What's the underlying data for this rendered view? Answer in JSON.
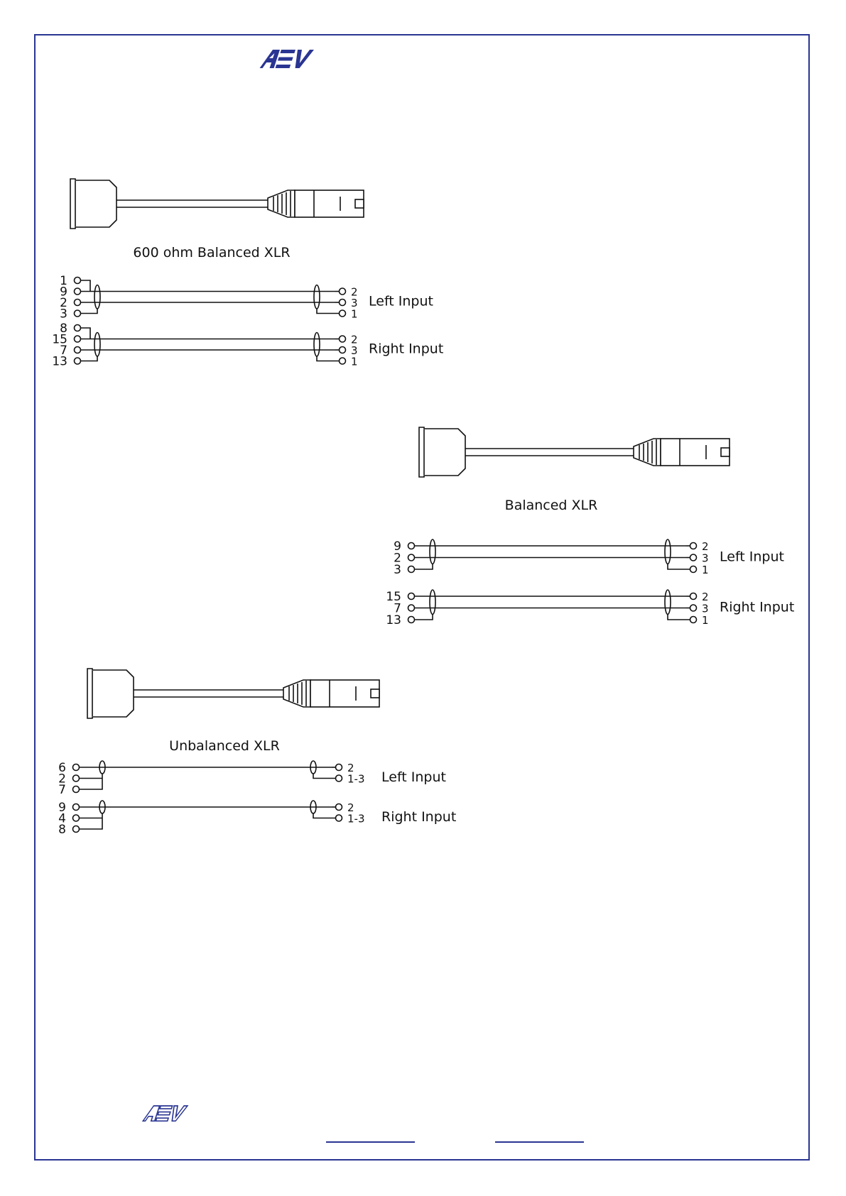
{
  "colors": {
    "accent": "#2a3592",
    "ink": "#111111"
  },
  "logo": {
    "text": "AEV"
  },
  "sections": [
    {
      "caption": "600 ohm Balanced XLR",
      "rows": [
        {
          "left_pins": [
            "1",
            "9",
            "2",
            "3"
          ],
          "right_pins": [
            "2",
            "3",
            "1"
          ],
          "label": "Left Input"
        },
        {
          "left_pins": [
            "8",
            "15",
            "7",
            "13"
          ],
          "right_pins": [
            "2",
            "3",
            "1"
          ],
          "label": "Right Input"
        }
      ]
    },
    {
      "caption": "Balanced XLR",
      "rows": [
        {
          "left_pins": [
            "9",
            "2",
            "3"
          ],
          "right_pins": [
            "2",
            "3",
            "1"
          ],
          "label": "Left Input"
        },
        {
          "left_pins": [
            "15",
            "7",
            "13"
          ],
          "right_pins": [
            "2",
            "3",
            "1"
          ],
          "label": "Right Input"
        }
      ]
    },
    {
      "caption": "Unbalanced XLR",
      "rows": [
        {
          "left_pins": [
            "6",
            "2",
            "7"
          ],
          "right_pins": [
            "2",
            "1-3"
          ],
          "label": "Left Input"
        },
        {
          "left_pins": [
            "9",
            "4",
            "8"
          ],
          "right_pins": [
            "2",
            "1-3"
          ],
          "label": "Right Input"
        }
      ]
    }
  ]
}
